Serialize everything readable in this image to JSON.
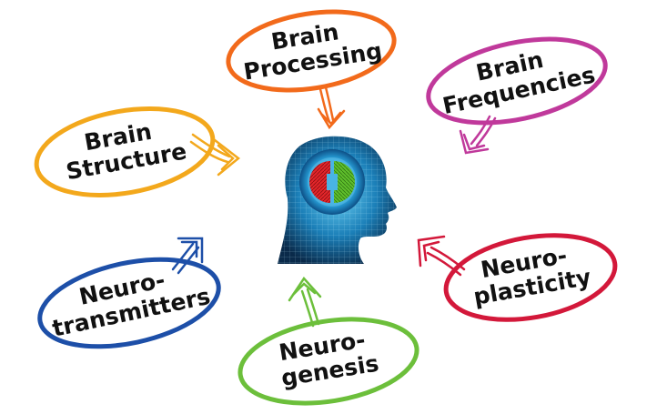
{
  "diagram": {
    "center": {
      "icon": "human-head-brain-icon"
    },
    "nodes": [
      {
        "id": "brain-processing",
        "lines": [
          "Brain",
          "Processing"
        ],
        "color": "#f26a1b"
      },
      {
        "id": "brain-frequencies",
        "lines": [
          "Brain",
          "Frequencies"
        ],
        "color": "#c0399b"
      },
      {
        "id": "brain-structure",
        "lines": [
          "Brain",
          "Structure"
        ],
        "color": "#f3a81c"
      },
      {
        "id": "neurotransmitters",
        "lines": [
          "Neuro-",
          "transmitters"
        ],
        "color": "#1d4fa8"
      },
      {
        "id": "neurogenesis",
        "lines": [
          "Neuro-",
          "genesis"
        ],
        "color": "#6cbf3b"
      },
      {
        "id": "neuroplasticity",
        "lines": [
          "Neuro-",
          "plasticity"
        ],
        "color": "#d3183a"
      }
    ]
  }
}
